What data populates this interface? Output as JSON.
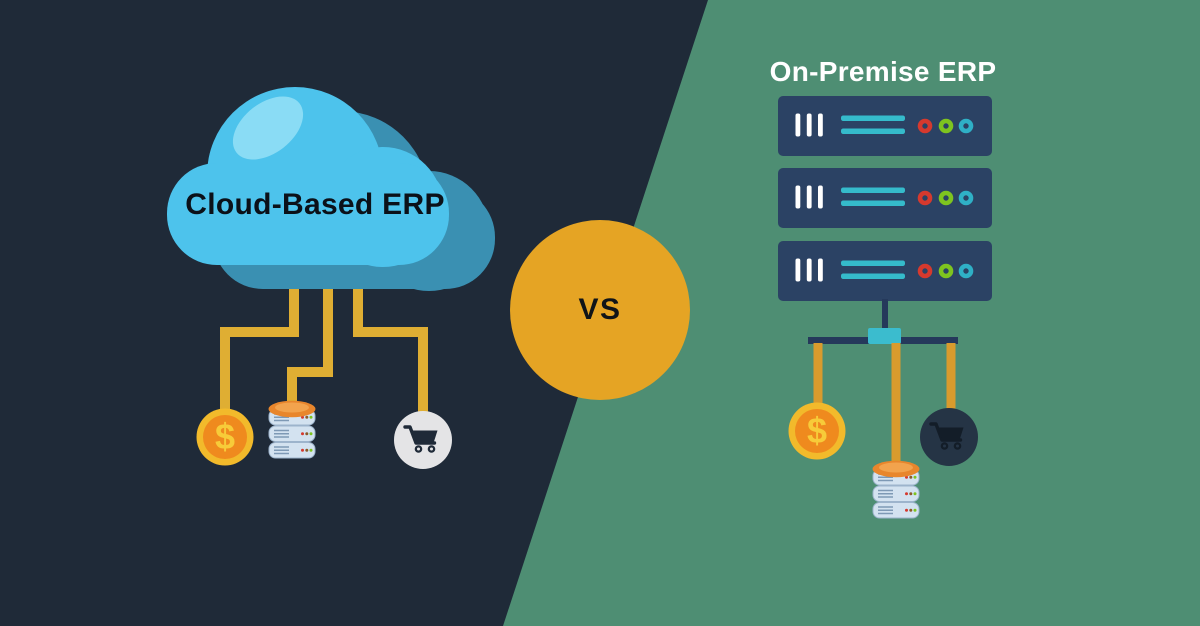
{
  "comparison": {
    "divider_label": "VS",
    "left": {
      "title": "Cloud-Based ERP",
      "architecture": "cloud",
      "connected_modules": [
        "finance",
        "database",
        "ecommerce"
      ]
    },
    "right": {
      "title": "On-Premise ERP",
      "architecture": "on-premise-server-stack",
      "server_units": 3,
      "connected_modules": [
        "finance",
        "database",
        "ecommerce"
      ]
    }
  },
  "icons": {
    "left": [
      "cloud-icon",
      "dollar-coin-icon",
      "database-icon",
      "shopping-cart-icon"
    ],
    "right": [
      "server-rack-icon",
      "network-hub-icon",
      "dollar-coin-icon",
      "database-icon",
      "shopping-cart-icon"
    ],
    "divider": [
      "vs-badge"
    ]
  },
  "colors": {
    "bg-dark": "#1F2A38",
    "bg-green": "#4E8E73",
    "cloud-main": "#4DC3EC",
    "cloud-shadow": "#3A90B2",
    "cloud-highlight": "#8ADCF5",
    "gold-line-left": "#DFAE33",
    "gold-line-right": "#D99B2D",
    "vs-circle": "#E5A424",
    "rack": "#2B4264",
    "rack-bar-white": "#FFFFFF",
    "rack-line-teal": "#35BBCB",
    "led-red": "#D6392E",
    "led-green": "#7EC41F",
    "led-teal": "#2FB0C6",
    "connector-navy": "#25395B",
    "hub-teal": "#3BBCCE",
    "coin-ring": "#F2BA2B",
    "coin-face": "#EF8A1E",
    "coin-symbol": "#F7CB39",
    "cart-circle-light": "#E4E4E6",
    "cart-glyph-dark": "#1F2A38",
    "cart-circle-dark": "#253445",
    "cart-glyph-darker": "#131D28",
    "db-top": "#E8862C",
    "db-top-hi": "#F2A34D",
    "db-body": "#D3E2F0",
    "db-stripe": "#7E99B5",
    "db-dot-brown": "#8C5A2B",
    "text-dark": "#0B1119",
    "text-light": "#FFFFFF"
  }
}
